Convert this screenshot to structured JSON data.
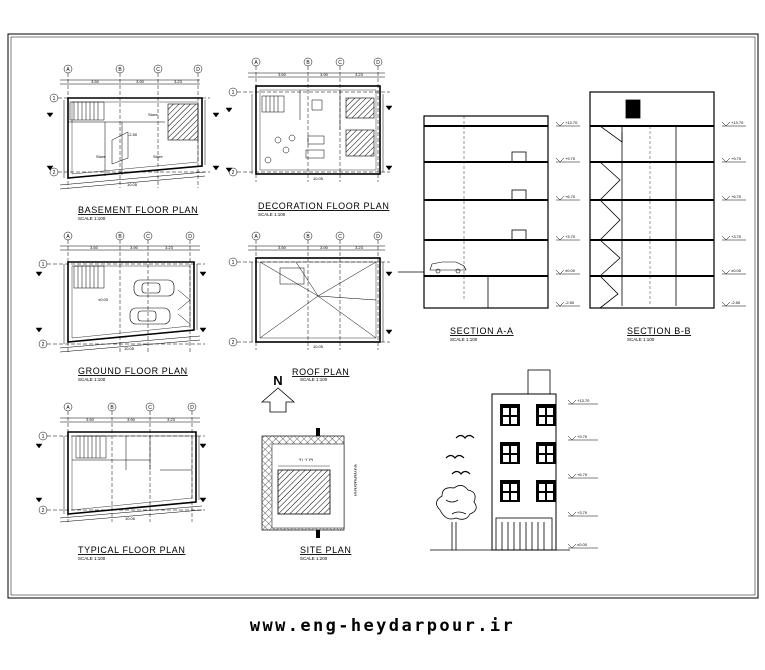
{
  "plans": {
    "basement": {
      "title": "BASEMENT  FLOOR  PLAN",
      "scale": "SCALE 1:100",
      "grid_cols": [
        "A",
        "B",
        "C",
        "D"
      ],
      "grid_rows": [
        "1",
        "2"
      ],
      "dims": [
        "3.50",
        "3.90",
        "3.23"
      ],
      "total": "10.05",
      "rooms": [
        "Store",
        "Store",
        "Store"
      ],
      "level": "-2.50"
    },
    "decoration": {
      "title": "DECORATION  FLOOR  PLAN",
      "scale": "SCALE 1:100",
      "grid_cols": [
        "A",
        "B",
        "C",
        "D"
      ],
      "grid_rows": [
        "1",
        "2"
      ],
      "dims": [
        "3.50",
        "3.90",
        "3.23"
      ],
      "total": "10.05"
    },
    "ground": {
      "title": "GROUND  FLOOR  PLAN",
      "scale": "SCALE 1:100",
      "grid_cols": [
        "A",
        "B",
        "C",
        "D"
      ],
      "grid_rows": [
        "1",
        "2"
      ],
      "dims": [
        "3.50",
        "3.90",
        "3.23"
      ],
      "total": "10.05",
      "level": "±0.00"
    },
    "roof": {
      "title": "ROOF  PLAN",
      "scale": "SCALE 1:100",
      "grid_cols": [
        "A",
        "B",
        "C",
        "D"
      ],
      "grid_rows": [
        "1",
        "2"
      ],
      "dims": [
        "3.50",
        "3.90",
        "3.23"
      ],
      "total": "10.05"
    },
    "typical": {
      "title": "TYPICAL  FLOOR  PLAN",
      "scale": "SCALE 1:100",
      "grid_cols": [
        "A",
        "B",
        "C",
        "D"
      ],
      "grid_rows": [
        "1",
        "2"
      ],
      "dims": [
        "3.50",
        "3.90",
        "3.23"
      ],
      "total": "10.05"
    },
    "site": {
      "title": "SITE   PLAN",
      "scale": "SCALE 1:200",
      "street_v": "۹۲۸۲۷۸۳۷۸۵۲۸۲۸۹",
      "street_h": "۹۱۰۲ ۷۹"
    }
  },
  "sections": {
    "aa": {
      "title": "SECTION  A-A",
      "scale": "SCALE 1:100",
      "levels": [
        "+13.70",
        "+9.70",
        "+6.70",
        "+3.70",
        "±0.00",
        "-2.50"
      ]
    },
    "bb": {
      "title": "SECTION  B-B",
      "scale": "SCALE 1:100",
      "levels": [
        "+13.70",
        "+9.70",
        "+6.70",
        "+3.70",
        "±0.00",
        "-2.50"
      ]
    }
  },
  "elevation": {
    "levels": [
      "+13.70",
      "+9.70",
      "+6.70",
      "+3.70",
      "±0.00"
    ]
  },
  "north_label": "N",
  "footer": "www.eng-heydarpour.ir"
}
